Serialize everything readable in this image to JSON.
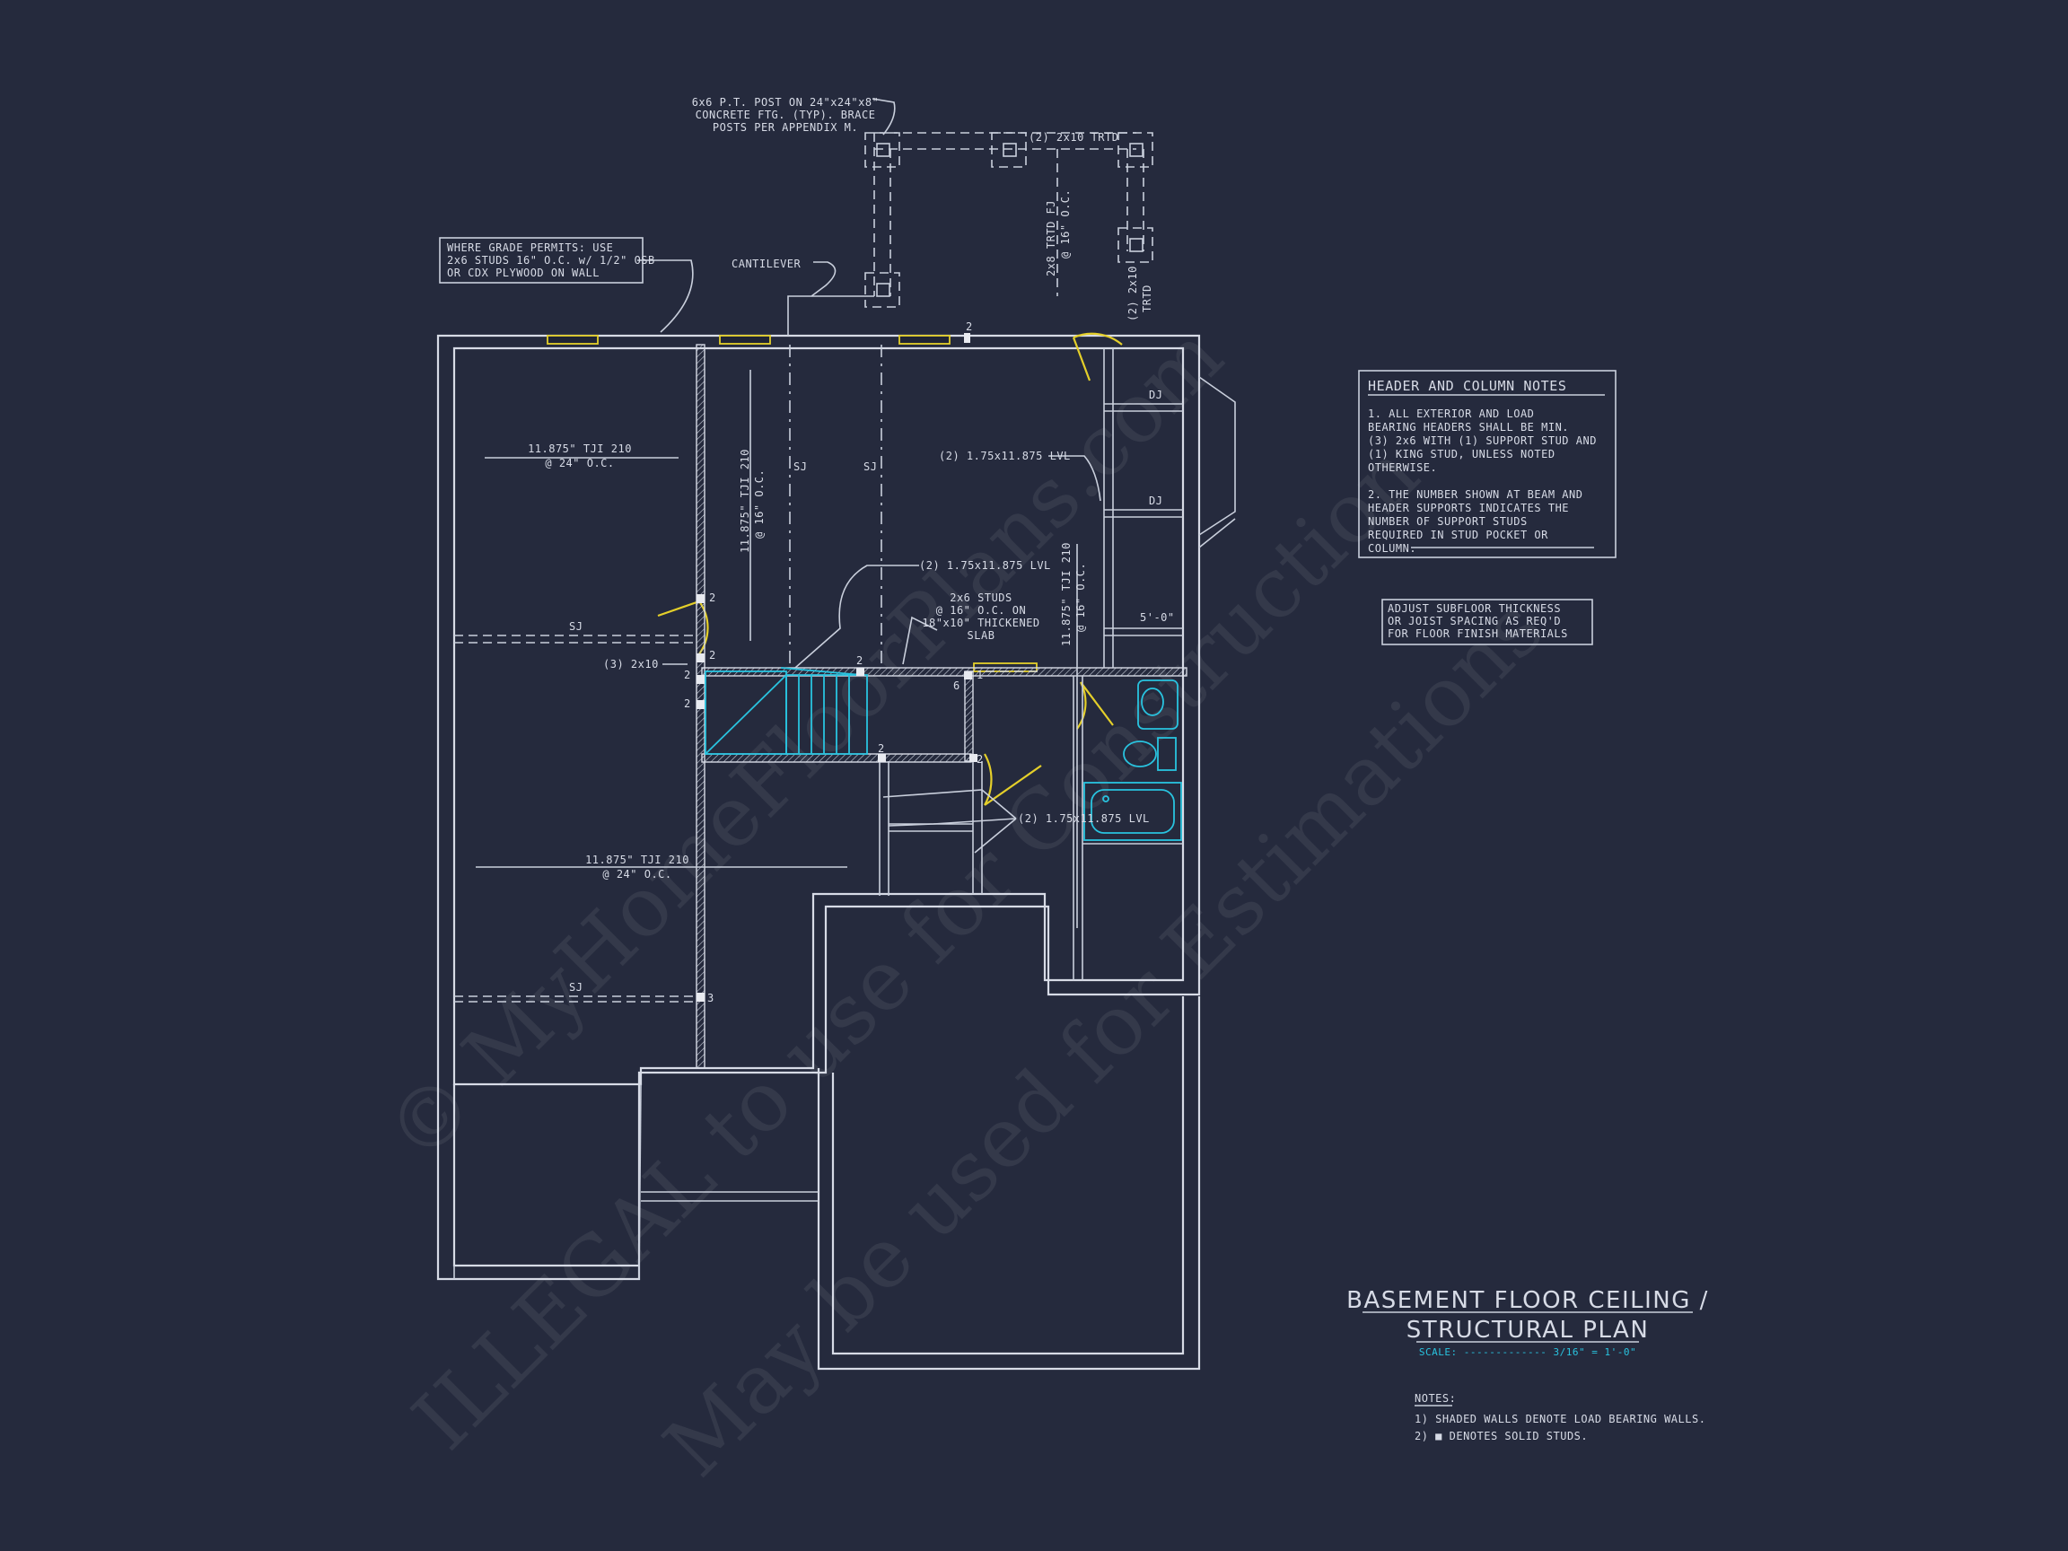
{
  "drawing": {
    "title_line1": "BASEMENT FLOOR CEILING /",
    "title_line2": "STRUCTURAL PLAN",
    "scale_label": "SCALE: ------------- 3/16\" = 1'-0\""
  },
  "notes_bottom": {
    "heading": "NOTES:",
    "items": [
      "1) SHADED WALLS DENOTE LOAD BEARING WALLS.",
      "2) ■ DENOTES SOLID STUDS."
    ]
  },
  "header_notes": {
    "title": "HEADER AND COLUMN NOTES",
    "lines": [
      "1. ALL EXTERIOR AND LOAD",
      "BEARING HEADERS SHALL BE MIN.",
      "(3) 2x6 WITH (1) SUPPORT STUD AND",
      "(1) KING STUD, UNLESS NOTED",
      "OTHERWISE.",
      "",
      "2. THE NUMBER SHOWN AT BEAM AND",
      "HEADER SUPPORTS INDICATES THE",
      "NUMBER OF SUPPORT STUDS",
      "REQUIRED IN STUD POCKET OR",
      "COLUMN."
    ]
  },
  "subfloor_note": {
    "lines": [
      "ADJUST SUBFLOOR THICKNESS",
      "OR JOIST SPACING AS REQ'D",
      "FOR FLOOR FINISH MATERIALS"
    ]
  },
  "grade_note": {
    "lines": [
      "WHERE GRADE PERMITS: USE",
      "2x6 STUDS 16\" O.C. w/ 1/2\" OSB",
      "OR CDX PLYWOOD ON WALL"
    ]
  },
  "post_note": {
    "lines": [
      "6x6 P.T. POST ON 24\"x24\"x8\"",
      "CONCRETE FTG. (TYP). BRACE",
      "POSTS PER APPENDIX M."
    ]
  },
  "labels": {
    "cantilever": "CANTILEVER",
    "trtd_top": "(2) 2x10 TRTD",
    "trtd_fj_1": "2x8 TRTD FJ",
    "trtd_fj_2": "@ 16\" O.C.",
    "trtd_side_1": "(2) 2x10",
    "trtd_side_2": "TRTD",
    "tji_left_top_1": "11.875\" TJI 210",
    "tji_left_top_2": "@ 24\" O.C.",
    "tji_left_bot_1": "11.875\" TJI 210",
    "tji_left_bot_2": "@ 24\" O.C.",
    "tji_mid_1": "11.875\" TJI 210",
    "tji_mid_2": "@ 16\" O.C.",
    "tji_right_1": "11.875\" TJI 210",
    "tji_right_2": "@ 16\" O.C.",
    "sj": "SJ",
    "dj": "DJ",
    "lvl_upper": "(2) 1.75x11.875 LVL",
    "lvl_mid": "(2) 1.75x11.875 LVL",
    "lvl_lower": "(2) 1.75x11.875 LVL",
    "studs_1": "2x6 STUDS",
    "studs_2": "@ 16\" O.C. ON",
    "studs_3": "18\"x10\" THICKENED",
    "studs_4": "SLAB",
    "two_by_ten": "(3) 2x10",
    "dim_5ft": "5'-0\"",
    "stud_counts": [
      "2",
      "2",
      "2",
      "2",
      "2",
      "2",
      "6",
      "2",
      "3",
      "1",
      "2"
    ]
  },
  "watermark": {
    "line1": "© MyHomeFloorPlans.com",
    "line2": "ILLEGAL to use for Construction",
    "line3": "May be used for Estimations"
  },
  "colors": {
    "background": "#252a3d",
    "linework": "#d7dbe6",
    "door_window": "#e4cf2a",
    "fixtures": "#29c3df"
  }
}
